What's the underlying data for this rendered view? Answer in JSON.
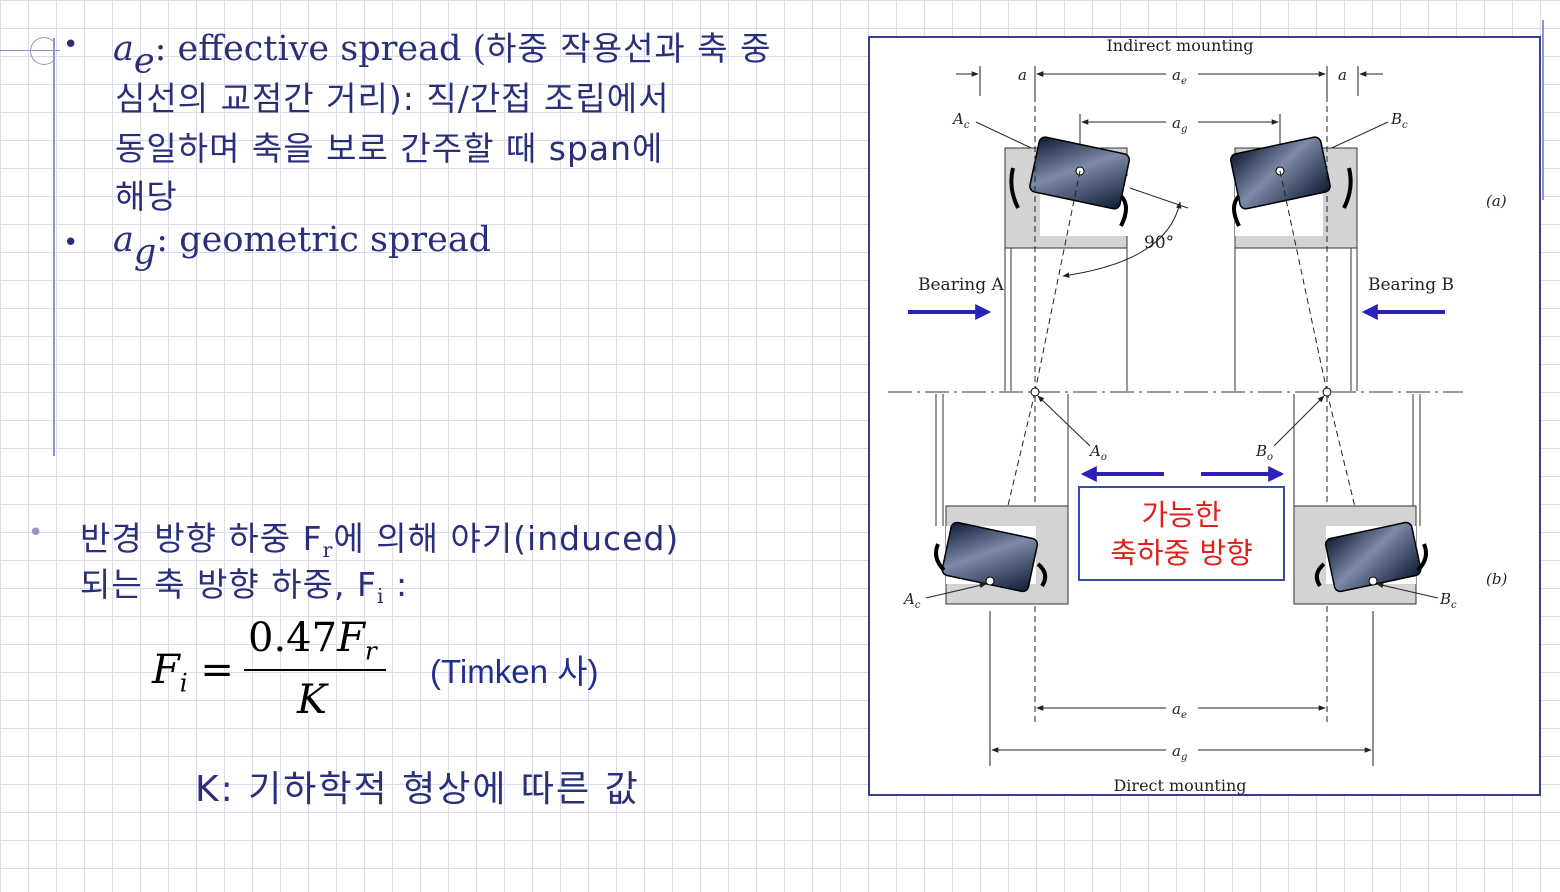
{
  "bullets": {
    "ae": {
      "symbol": "a",
      "sub": "e",
      "latin": ": effective spread (",
      "korean1": "하중 작용선과 축 중",
      "korean2": "심선의 교점간 거리): 직/간접 조립에서",
      "korean3": "동일하며 축을 보로 간주할 때 span에",
      "korean4": "해당"
    },
    "ag": {
      "symbol": "a",
      "sub": "g",
      "latin": ": geometric spread"
    },
    "induced": {
      "line1_pre": "반경 방향 하중 F",
      "line1_sub": "r",
      "line1_post": "에 의해 야기(induced)",
      "line2_pre": "되는 축 방향 하중, F",
      "line2_sub": "i",
      "line2_post": " :"
    }
  },
  "formula": {
    "lhs": "F",
    "lhs_sub": "i",
    "eq": " =",
    "num_coef": "0.47",
    "num_var": "F",
    "num_sub": "r",
    "den": "K",
    "note": "(Timken 사)"
  },
  "k_note": "K: 기하학적 형상에 따른 값",
  "diagram": {
    "title_top": "Indirect mounting",
    "title_bottom": "Direct mounting",
    "label_a": "a",
    "label_ae": "a",
    "sub_e": "e",
    "label_ag": "a",
    "sub_g": "g",
    "label_Ac": "A",
    "sub_c": "c",
    "label_Bc": "B",
    "label_Ao": "A",
    "sub_o": "o",
    "label_Bo": "B",
    "angle": "90°",
    "bearing_a": "Bearing A",
    "bearing_b": "Bearing B",
    "part_a": "(a)",
    "part_b": "(b)",
    "callout_line1": "가능한",
    "callout_line2": "축하중 방향",
    "arrow_color": "#2b20b8",
    "callout_color": "#e0201a"
  }
}
